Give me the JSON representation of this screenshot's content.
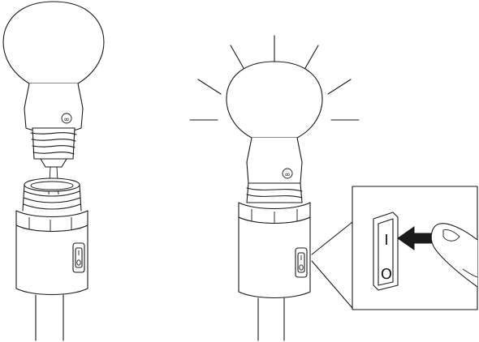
{
  "figure": {
    "left_scene": {
      "bulb_state": "off",
      "bulb_position": "unscrewed-above-socket"
    },
    "right_scene": {
      "bulb_state": "on",
      "bulb_position": "screwed-into-socket"
    },
    "inset": {
      "switch_on_label": "I",
      "switch_off_label": "O"
    },
    "bulb_logo_glyph": "∞",
    "line_color": "#1a1a1a",
    "background_color": "#ffffff"
  }
}
